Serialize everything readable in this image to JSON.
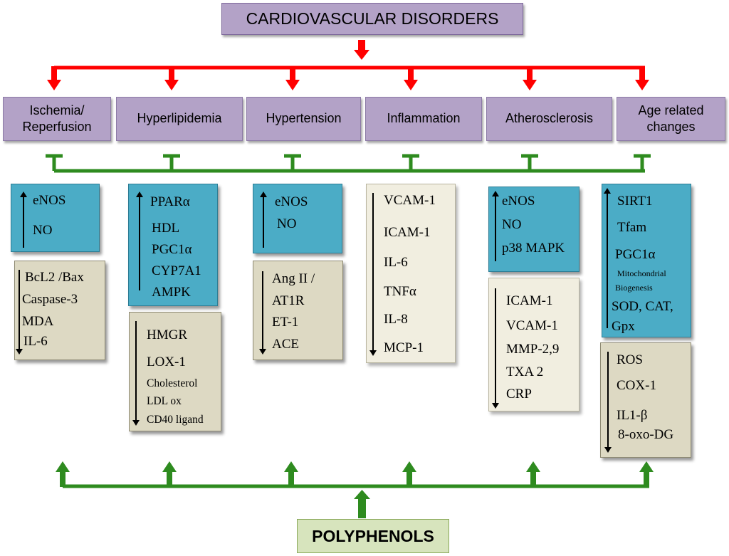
{
  "title": "CARDIOVASCULAR DISORDERS",
  "footer": "POLYPHENOLS",
  "colors": {
    "stimulate_arrow": "#ff0000",
    "inhibit_line": "#2e8b1f",
    "category_box": "#b3a2c7",
    "increase_box": "#4bacc6",
    "decrease_box": "#ddd9c3",
    "polyphenols_box": "#d7e4bd"
  },
  "categories": [
    {
      "label_line1": "Ischemia/",
      "label_line2": "Reperfusion"
    },
    {
      "label_line1": "Hyperlipidemia",
      "label_line2": ""
    },
    {
      "label_line1": "Hypertension",
      "label_line2": ""
    },
    {
      "label_line1": "Inflammation",
      "label_line2": ""
    },
    {
      "label_line1": "Atherosclerosis",
      "label_line2": ""
    },
    {
      "label_line1": "Age related",
      "label_line2": "changes"
    }
  ],
  "columns": [
    {
      "increase": [
        "eNOS",
        "NO"
      ],
      "decrease": [
        "BcL2 /Bax",
        "Caspase-3",
        "MDA",
        "IL-6"
      ]
    },
    {
      "increase": [
        "PPARα",
        "HDL",
        "PGC1α",
        "CYP7A1",
        "AMPK"
      ],
      "decrease": [
        "HMGR",
        "LOX-1",
        "Cholesterol",
        "LDL ox",
        "CD40 ligand"
      ]
    },
    {
      "increase": [
        "eNOS",
        "NO"
      ],
      "decrease": [
        "Ang II /",
        "AT1R",
        "ET-1",
        "ACE"
      ]
    },
    {
      "decrease": [
        "VCAM-1",
        "ICAM-1",
        "IL-6",
        "TNFα",
        "IL-8",
        "MCP-1"
      ]
    },
    {
      "increase": [
        "eNOS",
        "NO",
        "p38 MAPK"
      ],
      "decrease": [
        "ICAM-1",
        "VCAM-1",
        "MMP-2,9",
        "TXA 2",
        "CRP"
      ]
    },
    {
      "increase": [
        "SIRT1",
        "Tfam",
        "PGC1α",
        "Mitochondrial",
        "Biogenesis",
        "SOD, CAT,",
        "Gpx"
      ],
      "decrease": [
        "ROS",
        "COX-1",
        "IL1-β",
        "8-oxo-DG"
      ]
    }
  ]
}
